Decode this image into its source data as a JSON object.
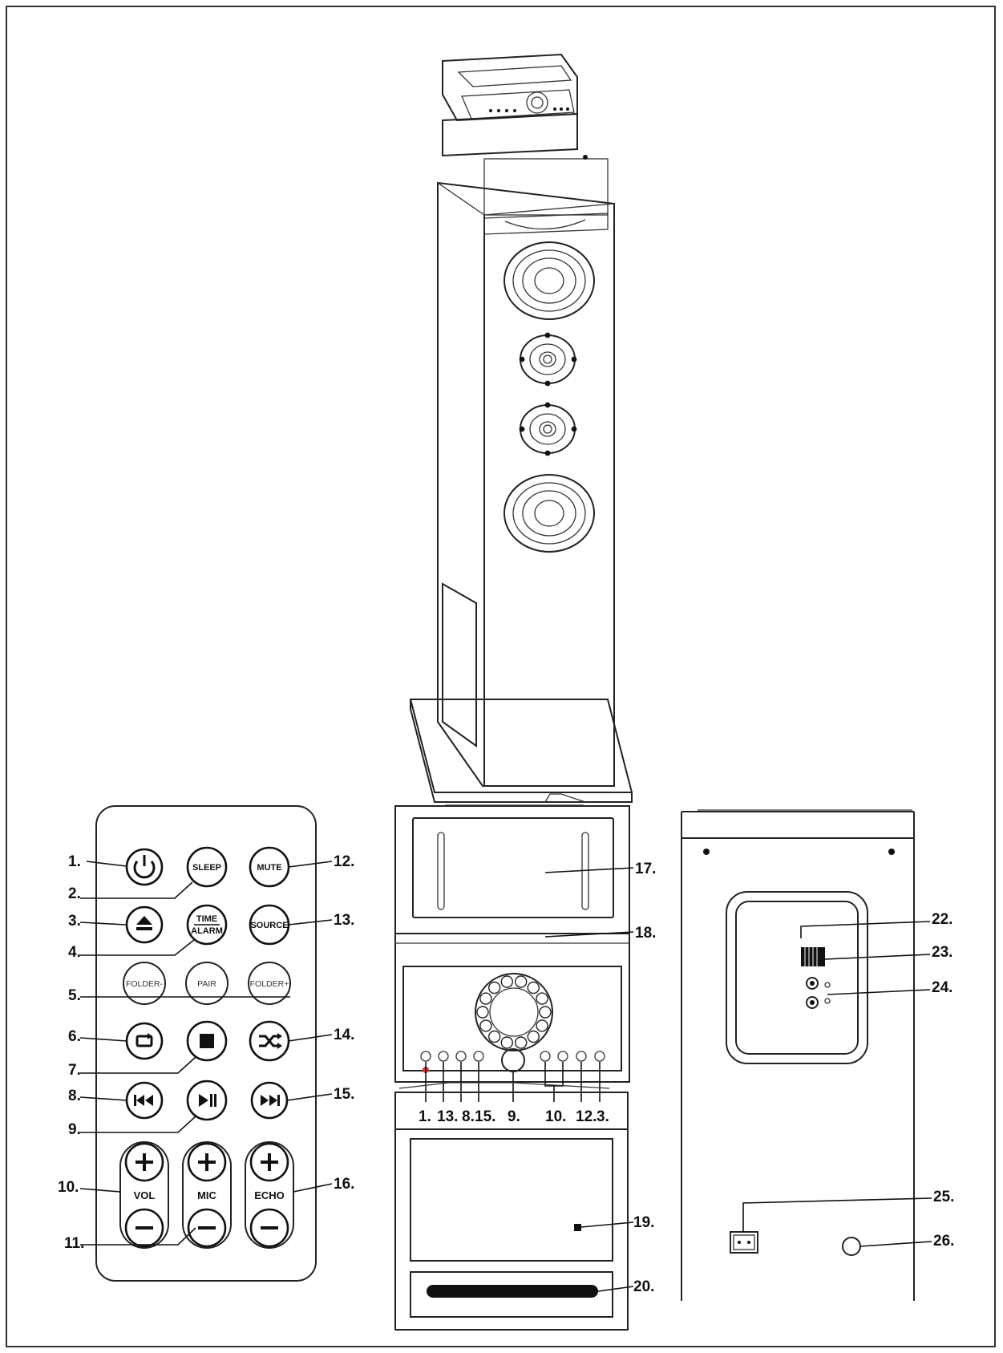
{
  "remote": {
    "buttons": {
      "sleep": "SLEEP",
      "mute": "MUTE",
      "time": "TIME",
      "alarm": "ALARM",
      "source": "SOURCE",
      "folder_minus": "FOLDER-",
      "pair": "PAIR",
      "folder_plus": "FOLDER+",
      "vol": "VOL",
      "mic": "MIC",
      "echo": "ECHO"
    },
    "callouts": [
      "1.",
      "2.",
      "3.",
      "4.",
      "5.",
      "6.",
      "7.",
      "8.",
      "9.",
      "10.",
      "11.",
      "12.",
      "13.",
      "14.",
      "15.",
      "16."
    ]
  },
  "front_panel": {
    "callouts": [
      "17.",
      "18.",
      "1.",
      "13.",
      "8.",
      "15.",
      "9.",
      "10.",
      "12.",
      "3."
    ]
  },
  "cd_section": {
    "callouts": [
      "19.",
      "20."
    ]
  },
  "back_panel": {
    "callouts": [
      "22.",
      "23.",
      "24.",
      "25.",
      "26."
    ]
  }
}
